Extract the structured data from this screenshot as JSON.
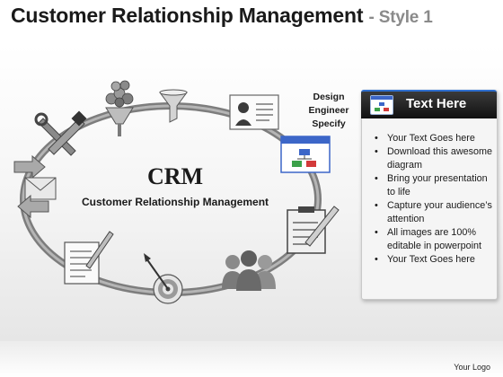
{
  "header": {
    "title": "Customer Relationship Management",
    "subtitle": "- Style 1"
  },
  "diagram": {
    "center_title": "CRM",
    "center_subtitle": "Customer Relationship Management",
    "ring_color": "#8a8a8a",
    "nodes": [
      {
        "name": "money-plant-icon"
      },
      {
        "name": "funnel-icon"
      },
      {
        "name": "id-card-icon"
      },
      {
        "name": "org-chart-window-icon"
      },
      {
        "name": "clipboard-pen-icon"
      },
      {
        "name": "people-group-icon"
      },
      {
        "name": "target-dart-icon"
      },
      {
        "name": "document-pen-icon"
      },
      {
        "name": "mail-arrows-icon"
      },
      {
        "name": "tools-icon"
      }
    ],
    "design_label": [
      "Design",
      "Engineer",
      "Specify"
    ]
  },
  "panel": {
    "title": "Text Here",
    "icon": "org-chart-window-icon",
    "header_color": "#1a1a1a",
    "accent_color": "#2f6fd0",
    "bullets": [
      "Your Text Goes here",
      "Download this awesome diagram",
      "Bring your presentation to life",
      "Capture your audience’s attention",
      "All images are 100% editable in powerpoint",
      "Your Text Goes here"
    ]
  },
  "footer": {
    "logo": "Your Logo"
  }
}
